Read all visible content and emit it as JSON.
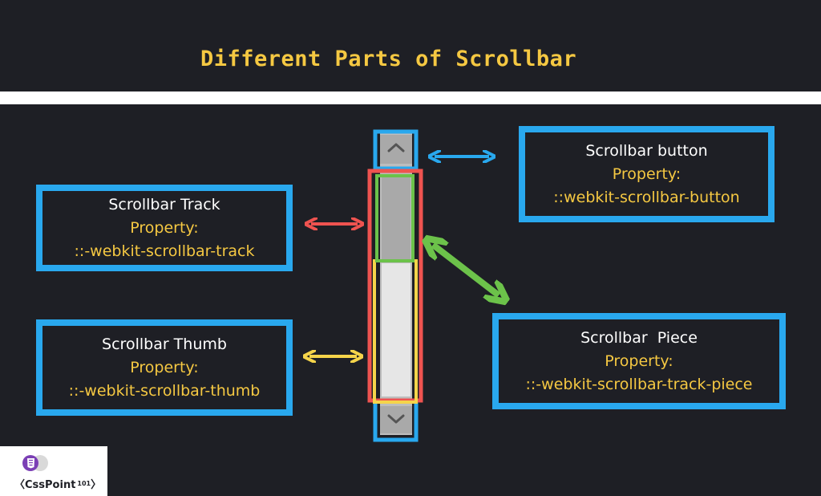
{
  "title": "Different Parts of Scrollbar",
  "callouts": {
    "track": {
      "name": "Scrollbar Track",
      "property_label": "Property:",
      "property": "::-webkit-scrollbar-track"
    },
    "thumb": {
      "name": "Scrollbar Thumb",
      "property_label": "Property:",
      "property": "::-webkit-scrollbar-thumb"
    },
    "button": {
      "name": "Scrollbar button",
      "property_label": "Property:",
      "property": "::webkit-scrollbar-button"
    },
    "piece": {
      "name": "Scrollbar  Piece",
      "property_label": "Property:",
      "property": "::-webkit-scrollbar-track-piece"
    }
  },
  "logo": {
    "brand": "CssPoint",
    "suffix": "101",
    "left_bracket": "〈",
    "right_bracket": "〉"
  },
  "colors": {
    "background": "#1e1f25",
    "title": "#f5c842",
    "callout_border": "#29a8ee",
    "track_highlight": "#ef5350",
    "thumb_highlight": "#f5d44a",
    "piece_highlight": "#6cc24a",
    "button_highlight": "#29a8ee"
  }
}
